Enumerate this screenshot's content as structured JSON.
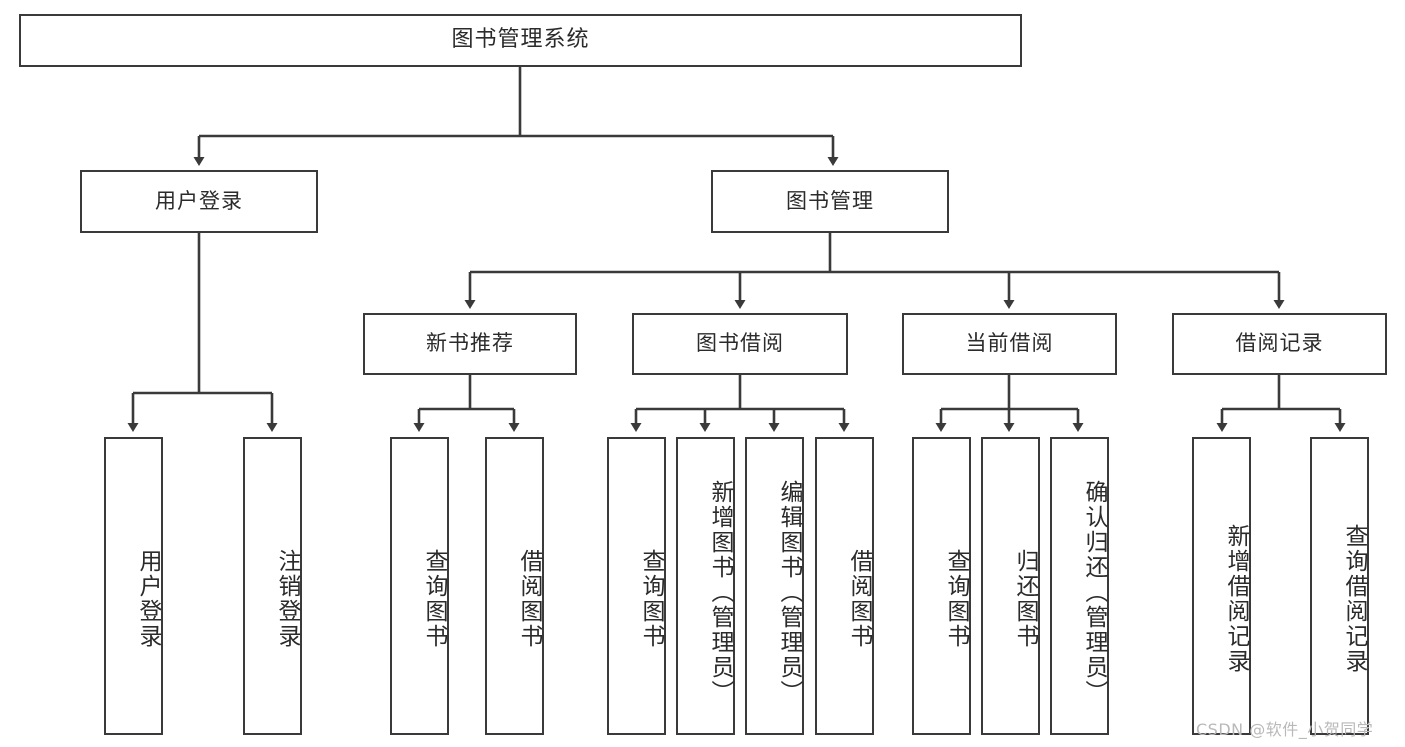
{
  "diagram": {
    "type": "tree-hierarchy",
    "title": "图书管理系统",
    "watermark": "CSDN @软件_小贺同学",
    "nodes": {
      "root": {
        "label": "图书管理系统",
        "level": 1,
        "orientation": "horizontal"
      },
      "l2": [
        {
          "id": "user-login",
          "label": "用户登录",
          "level": 2,
          "orientation": "horizontal"
        },
        {
          "id": "book-manage",
          "label": "图书管理",
          "level": 2,
          "orientation": "horizontal"
        }
      ],
      "l3": [
        {
          "id": "new-book-recommend",
          "label": "新书推荐",
          "level": 3,
          "orientation": "horizontal"
        },
        {
          "id": "book-borrow",
          "label": "图书借阅",
          "level": 3,
          "orientation": "horizontal"
        },
        {
          "id": "current-borrow",
          "label": "当前借阅",
          "level": 3,
          "orientation": "horizontal"
        },
        {
          "id": "borrow-record",
          "label": "借阅记录",
          "level": 3,
          "orientation": "horizontal"
        }
      ],
      "leaves": [
        {
          "id": "leaf-user-login",
          "label": "用户登录",
          "parent": "user-login",
          "orientation": "vertical"
        },
        {
          "id": "leaf-logout",
          "label": "注销登录",
          "parent": "user-login",
          "orientation": "vertical"
        },
        {
          "id": "leaf-query-book-1",
          "label": "查询图书",
          "parent": "new-book-recommend",
          "orientation": "vertical"
        },
        {
          "id": "leaf-borrow-book-1",
          "label": "借阅图书",
          "parent": "new-book-recommend",
          "orientation": "vertical"
        },
        {
          "id": "leaf-query-book-2",
          "label": "查询图书",
          "parent": "book-borrow",
          "orientation": "vertical"
        },
        {
          "id": "leaf-add-book",
          "label": "新增图书（管理员）",
          "parent": "book-borrow",
          "orientation": "vertical"
        },
        {
          "id": "leaf-edit-book",
          "label": "编辑图书（管理员）",
          "parent": "book-borrow",
          "orientation": "vertical"
        },
        {
          "id": "leaf-borrow-book-2",
          "label": "借阅图书",
          "parent": "book-borrow",
          "orientation": "vertical"
        },
        {
          "id": "leaf-query-book-3",
          "label": "查询图书",
          "parent": "current-borrow",
          "orientation": "vertical"
        },
        {
          "id": "leaf-return-book",
          "label": "归还图书",
          "parent": "current-borrow",
          "orientation": "vertical"
        },
        {
          "id": "leaf-confirm-return",
          "label": "确认归还（管理员）",
          "parent": "current-borrow",
          "orientation": "vertical"
        },
        {
          "id": "leaf-add-record",
          "label": "新增借阅记录",
          "parent": "borrow-record",
          "orientation": "vertical"
        },
        {
          "id": "leaf-query-record",
          "label": "查询借阅记录",
          "parent": "borrow-record",
          "orientation": "vertical"
        }
      ]
    },
    "colors": {
      "stroke": "#3a3a3a",
      "fill": "#ffffff",
      "text": "#2b2b2b",
      "watermark": "#b9b9b9"
    }
  }
}
